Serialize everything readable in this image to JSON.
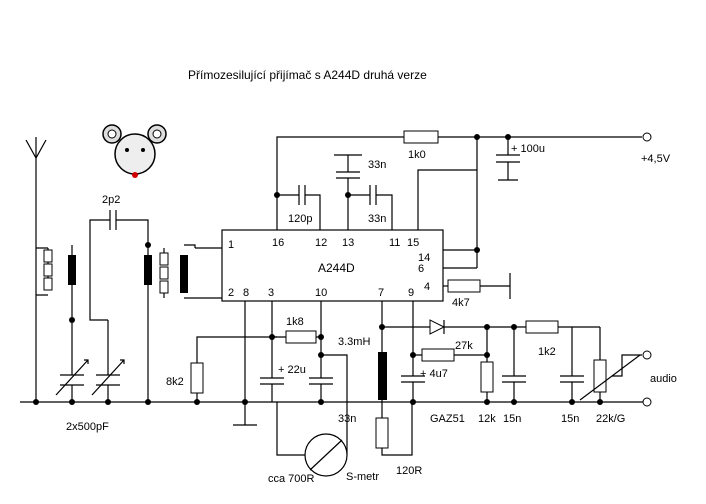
{
  "title": "Přímozesilující přijímač s A244D druhá verze",
  "ic": {
    "name": "A244D",
    "pins": [
      "1",
      "16",
      "12",
      "13",
      "11",
      "15",
      "14",
      "6",
      "4",
      "2",
      "8",
      "3",
      "10",
      "7",
      "9"
    ]
  },
  "labels": {
    "cap_2p2": "2p2",
    "cap_2x500": "2x500pF",
    "r_1k0": "1k0",
    "c_100u": "+ 100u",
    "v_supply": "+4,5V",
    "c_33n_top": "33n",
    "c_120p": "120p",
    "c_33n_mid": "33n",
    "r_4k7": "4k7",
    "r_1k8": "1k8",
    "l_33mh": "3.3mH",
    "r_27k": "27k",
    "r_1k2": "1k2",
    "c_22u": "+ 22u",
    "c_4u7": "+ 4u7",
    "r_8k2": "8k2",
    "out_audio": "audio",
    "diode": "GAZ51",
    "r_12k": "12k",
    "c_15n_a": "15n",
    "c_15n_b": "15n",
    "pot": "22k/G",
    "c_33n_smeter": "33n",
    "smeter": "S-metr",
    "smeter_r": "cca 700R",
    "r_120r": "120R"
  }
}
